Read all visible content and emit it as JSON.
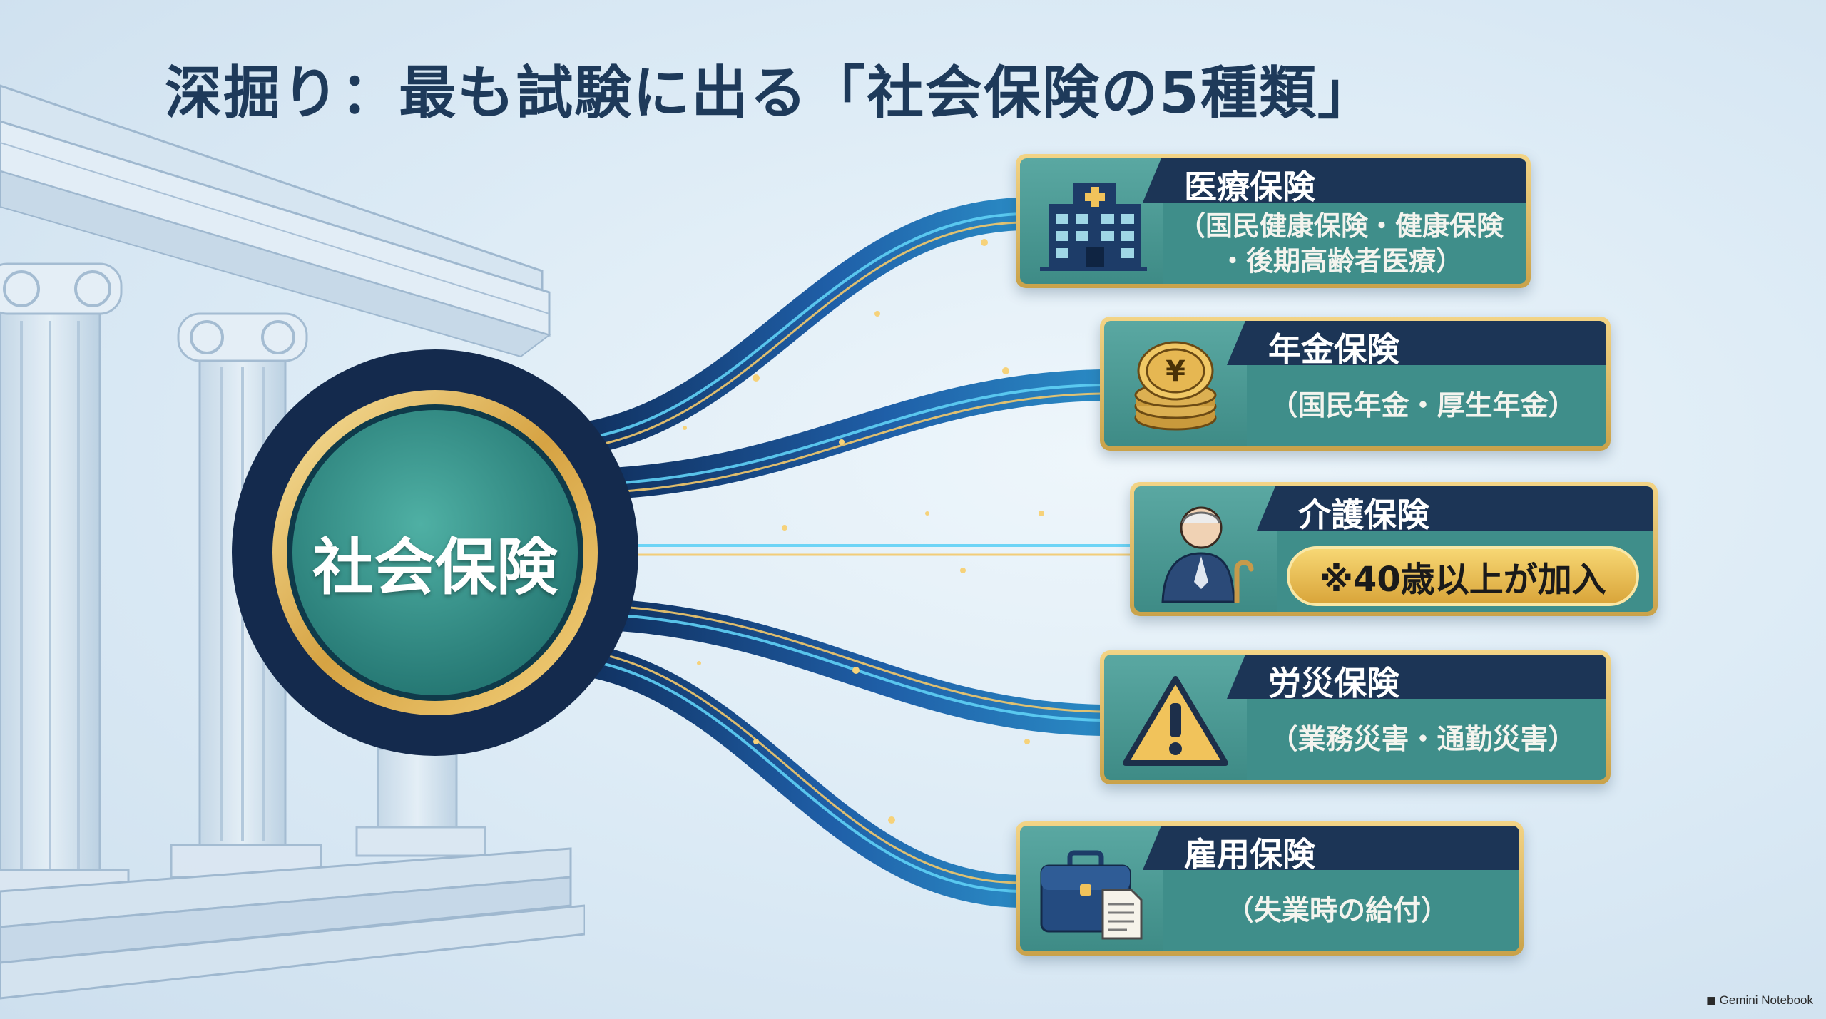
{
  "title": "深掘り：最も試験に出る「社会保険の5種類」",
  "hub": {
    "label": "社会保険"
  },
  "items": [
    {
      "name": "医療保険",
      "detail": "（国民健康保険・健康保険\n・後期高齢者医療）",
      "icon": "hospital-icon"
    },
    {
      "name": "年金保険",
      "detail": "（国民年金・厚生年金）",
      "icon": "yen-coins-icon"
    },
    {
      "name": "介護保険",
      "detail": "※40歳以上が加入",
      "icon": "elderly-person-icon"
    },
    {
      "name": "労災保険",
      "detail": "（業務災害・通勤災害）",
      "icon": "warning-icon"
    },
    {
      "name": "雇用保険",
      "detail": "（失業時の給付）",
      "icon": "briefcase-document-icon"
    }
  ],
  "footer": {
    "brand": "Gemini Notebook"
  },
  "colors": {
    "navy": "#1c3556",
    "teal": "#3f8e8a",
    "gold": "#e3b95a",
    "background": "#dbeaf5"
  }
}
